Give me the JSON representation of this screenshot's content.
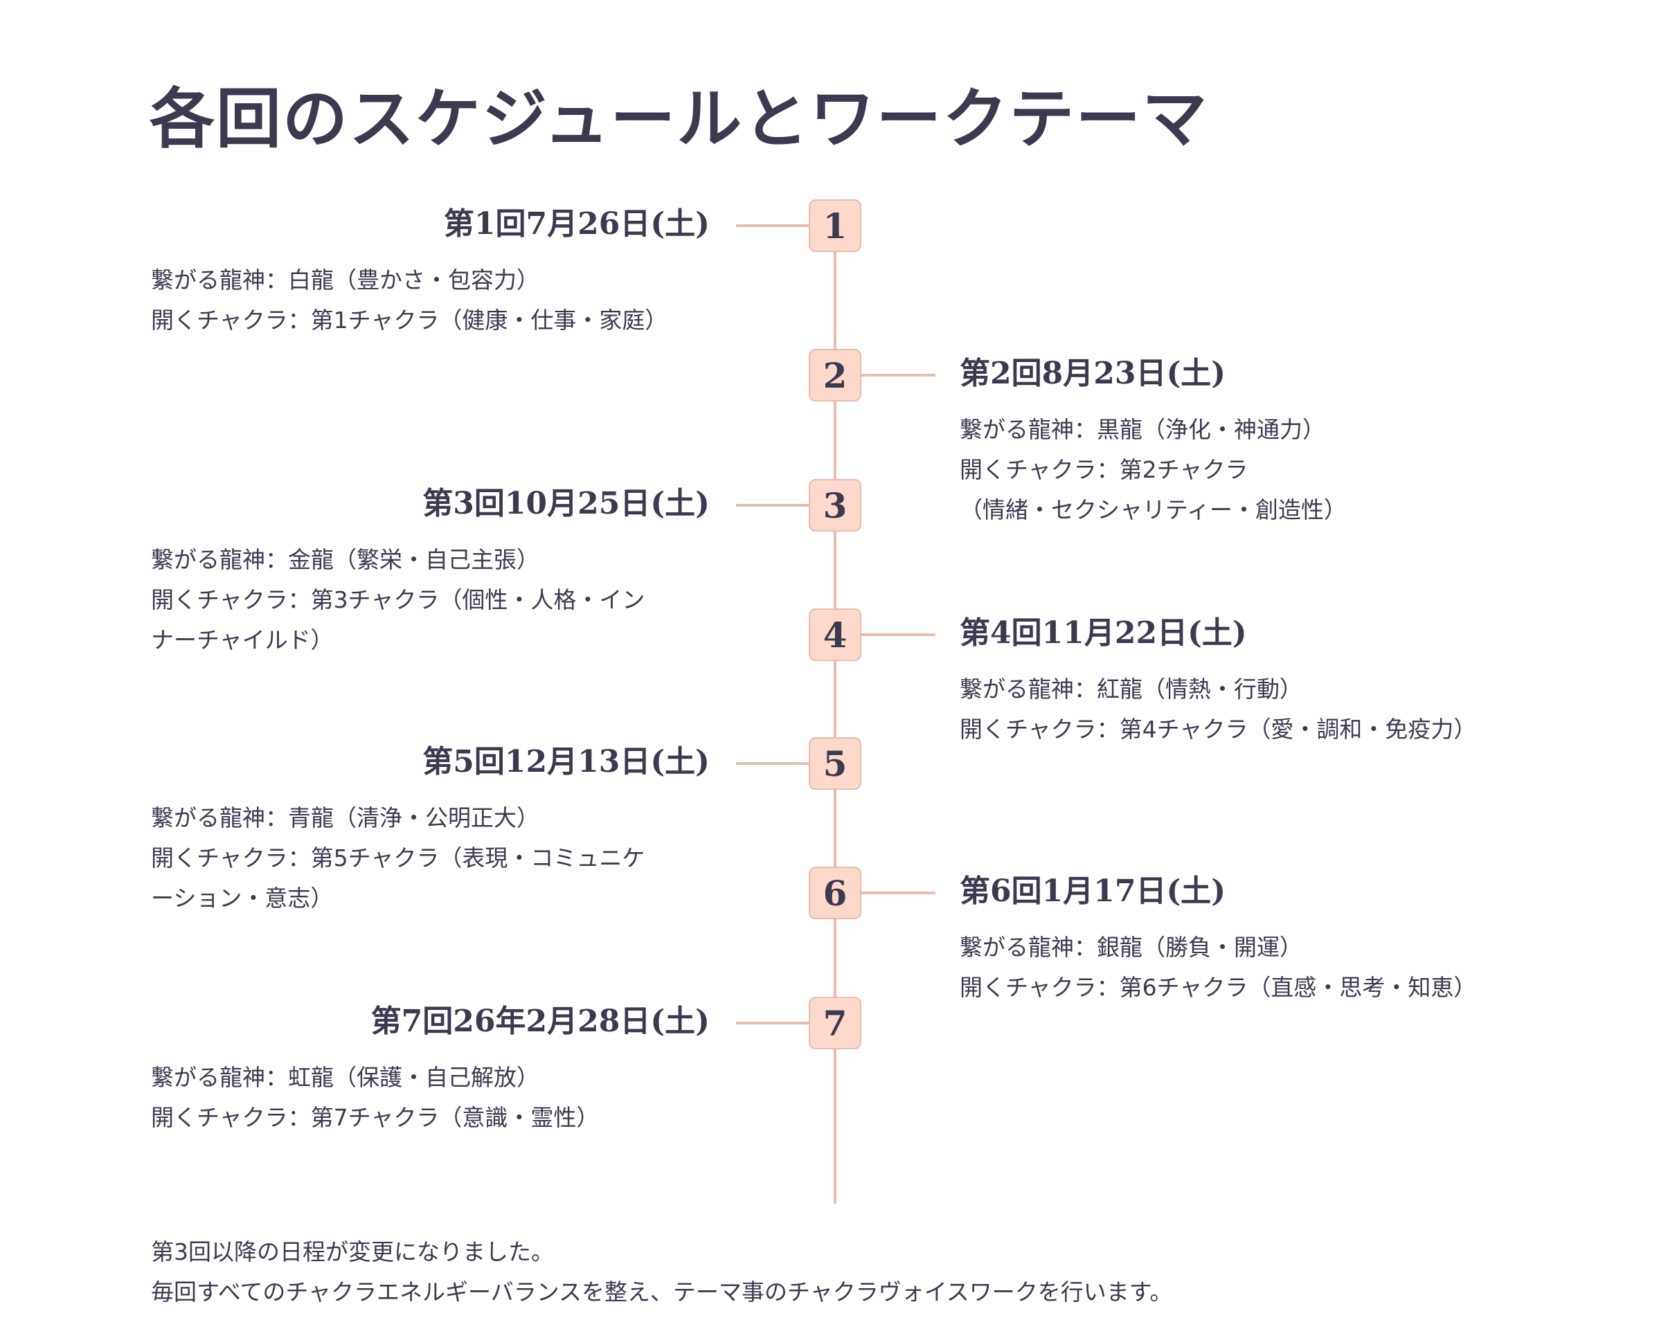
{
  "title": "各回のスケジュールとワークテーマ",
  "sessions": [
    {
      "number": "1",
      "side": "left",
      "heading": "第1回7月26日(土)",
      "lines": [
        "繋がる龍神：白龍（豊かさ・包容力）",
        "開くチャクラ：第1チャクラ（健康・仕事・家庭）"
      ]
    },
    {
      "number": "2",
      "side": "right",
      "heading": "第2回8月23日(土)",
      "lines": [
        "繋がる龍神：黒龍（浄化・神通力）",
        "開くチャクラ：第2チャクラ",
        "（情緒・セクシャリティー・創造性）"
      ]
    },
    {
      "number": "3",
      "side": "left",
      "heading": "第3回10月25日(土)",
      "lines": [
        "繋がる龍神：金龍（繁栄・自己主張）",
        "開くチャクラ：第3チャクラ（個性・人格・イン",
        "ナーチャイルド）"
      ]
    },
    {
      "number": "4",
      "side": "right",
      "heading": "第4回11月22日(土)",
      "lines": [
        "繋がる龍神：紅龍（情熱・行動）",
        "開くチャクラ：第4チャクラ（愛・調和・免疫力）"
      ]
    },
    {
      "number": "5",
      "side": "left",
      "heading": "第5回12月13日(土)",
      "lines": [
        "繋がる龍神：青龍（清浄・公明正大）",
        "開くチャクラ：第5チャクラ（表現・コミュニケ",
        "ーション・意志）"
      ]
    },
    {
      "number": "6",
      "side": "right",
      "heading": "第6回1月17日(土)",
      "lines": [
        "繋がる龍神：銀龍（勝負・開運）",
        "開くチャクラ：第6チャクラ（直感・思考・知恵）"
      ]
    },
    {
      "number": "7",
      "side": "left",
      "heading": "第7回26年2月28日(土)",
      "lines": [
        "繋がる龍神：虹龍（保護・自己解放）",
        "開くチャクラ：第7チャクラ（意識・霊性）"
      ]
    }
  ],
  "footer": [
    "第3回以降の日程が変更になりました。",
    "毎回すべてのチャクラエネルギーバランスを整え、テーマ事のチャクラヴォイスワークを行います。"
  ],
  "colors": {
    "text": "#3d3a4f",
    "box_fill": "#fdd9cc",
    "line": "#e6bcae"
  }
}
